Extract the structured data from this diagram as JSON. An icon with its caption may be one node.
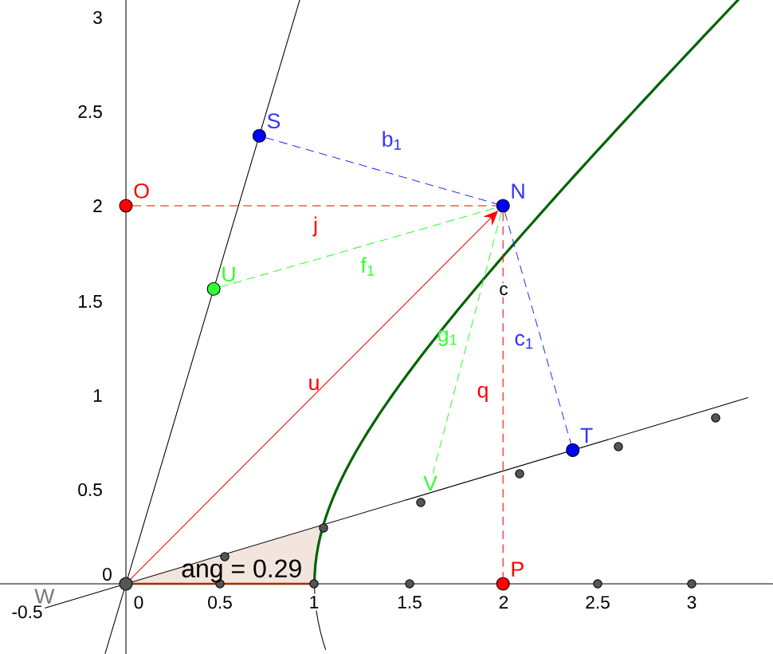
{
  "diagram": {
    "nodes": [
      {
        "text": [
          "S"
        ]
      },
      {
        "text": [
          "O"
        ]
      },
      {
        "text": [
          "N"
        ]
      },
      {
        "text": [
          "U"
        ]
      },
      {
        "text": [
          "V"
        ]
      },
      {
        "text": [
          "T"
        ]
      },
      {
        "text": [
          "P"
        ]
      },
      {
        "text": [
          "W"
        ]
      },
      {
        "text": [],
        "shape": "circle"
      }
    ],
    "edges": [
      {
        "from": 8,
        "to": 2,
        "arrow": "to",
        "label": "u",
        "color": "#ff0000"
      },
      {
        "from": 1,
        "to": 2,
        "arrow": "none",
        "label": "j",
        "style": "dashed",
        "color": "#ff0000"
      },
      {
        "from": 0,
        "to": 2,
        "arrow": "none",
        "label": "b$_{1}$",
        "style": "dashed",
        "color": "#3333ff"
      },
      {
        "from": 3,
        "to": 2,
        "arrow": "none",
        "label": "f$_{1}$",
        "style": "dashed",
        "color": "#33ff33"
      },
      {
        "from": 2,
        "to": 4,
        "arrow": "none",
        "label": "g$_{1}$",
        "style": "dashed",
        "color": "#33ff33"
      },
      {
        "from": 2,
        "to": 5,
        "arrow": "none",
        "label": "c$_{1}$",
        "style": "dashed",
        "color": "#3333ff"
      },
      {
        "from": 2,
        "to": 6,
        "arrow": "none",
        "label": "q",
        "style": "dashed",
        "color": "#ff0000"
      }
    ],
    "labels": [
      "3",
      "2.5",
      "2",
      "1.5",
      "1",
      "0.5",
      "0",
      "-0.5",
      "0",
      "0.5",
      "1",
      "1.5",
      "2",
      "2.5",
      "3",
      "c",
      "ang = 0.29"
    ]
  }
}
